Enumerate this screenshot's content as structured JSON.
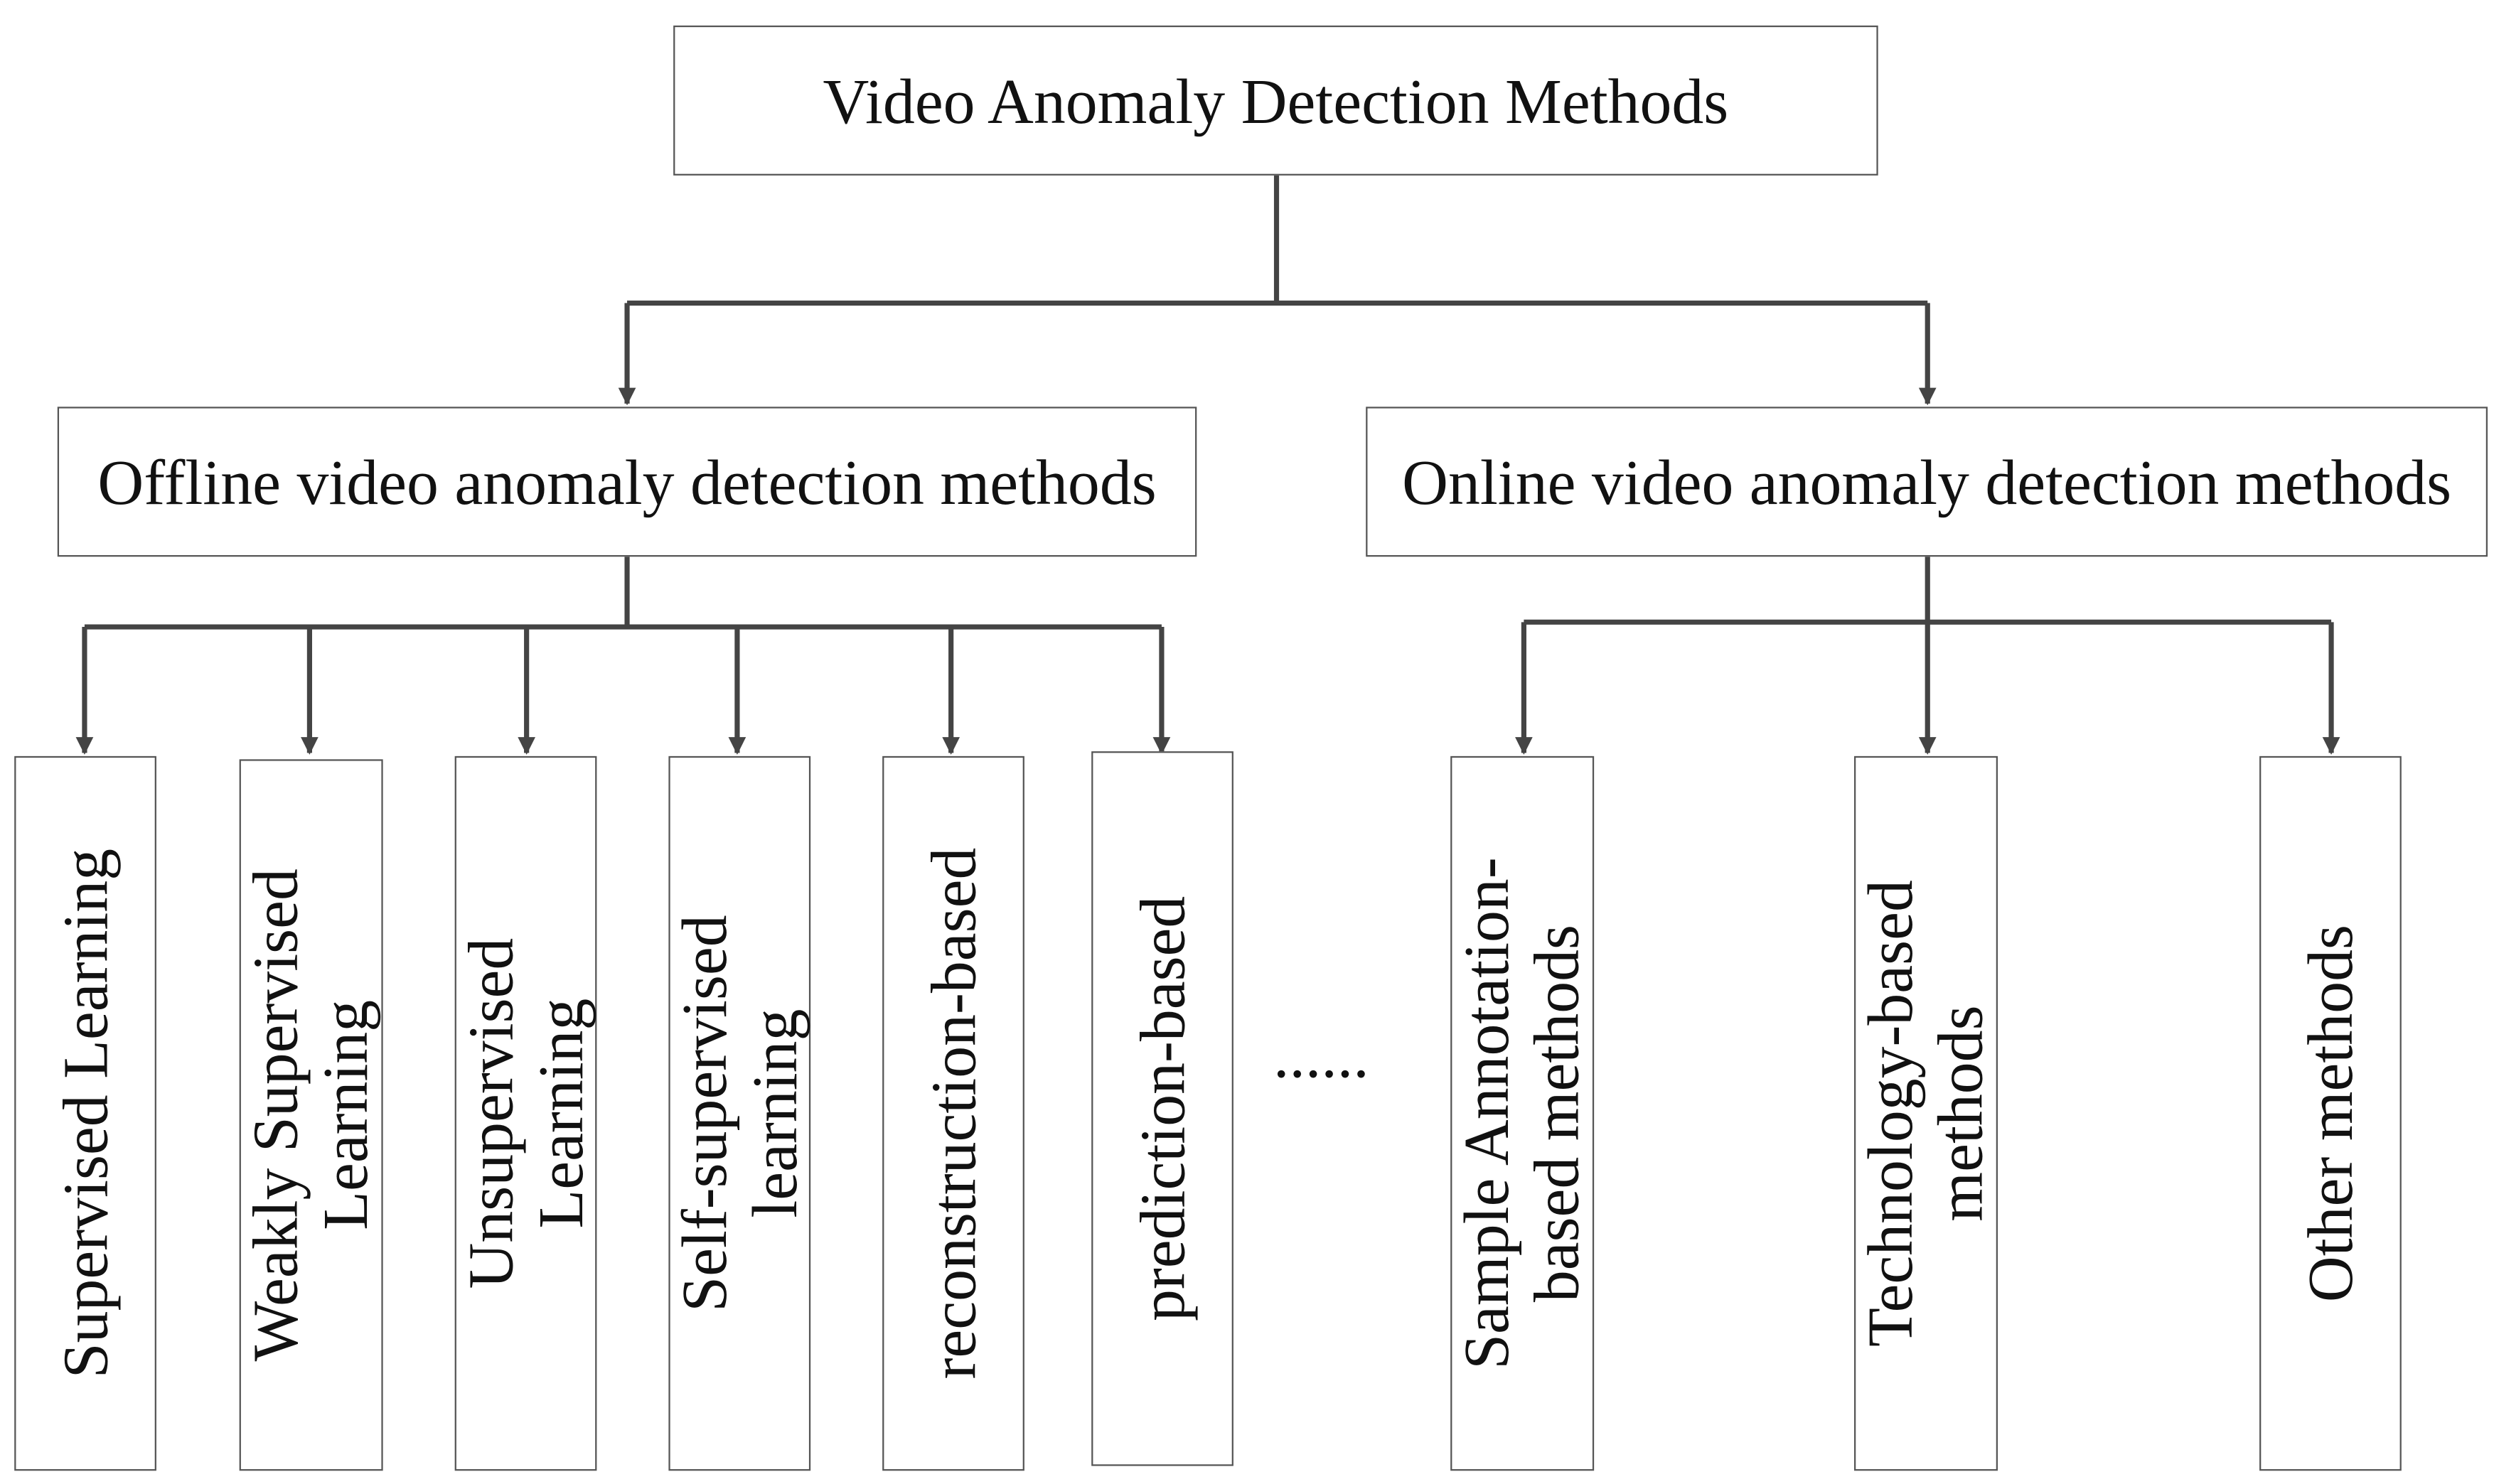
{
  "colors": {
    "line": "#444444",
    "border": "#555555",
    "text": "#111111"
  },
  "root": {
    "label": "Video Anomaly Detection Methods"
  },
  "offline": {
    "label": "Offline video anomaly detection methods",
    "children": [
      {
        "name": "supervised",
        "label": "Supervised Learning"
      },
      {
        "name": "weakly-supervised",
        "label": "Weakly Supervised\nLearning"
      },
      {
        "name": "unsupervised",
        "label": "Unsupervised\nLearning"
      },
      {
        "name": "self-supervised",
        "label": "Self-supervised\nlearning"
      },
      {
        "name": "reconstruction-based",
        "label": "reconstruction-based"
      },
      {
        "name": "prediction-based",
        "label": "prediction-based"
      }
    ]
  },
  "ellipsis": "......",
  "online": {
    "label": "Online video anomaly detection methods",
    "children": [
      {
        "name": "sample-annotation",
        "label": "Sample Annotation-\nbased methods"
      },
      {
        "name": "technology-based",
        "label": "Technology-based\nmethods"
      },
      {
        "name": "other-methods",
        "label": "Other methods"
      }
    ]
  }
}
